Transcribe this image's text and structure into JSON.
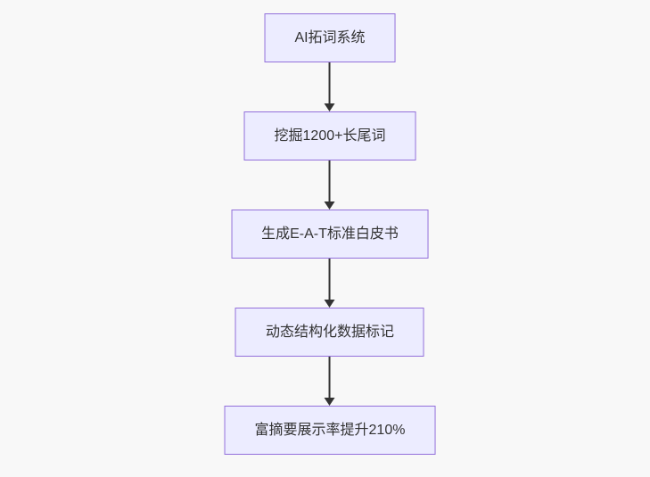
{
  "diagram": {
    "type": "flowchart",
    "direction": "top-down",
    "colors": {
      "background": "#f8f8f8",
      "node_fill": "#ECECFF",
      "node_border": "#9370DB",
      "node_text": "#333333",
      "arrow": "#333333"
    },
    "nodes": [
      {
        "id": "step1",
        "label": "AI拓词系统"
      },
      {
        "id": "step2",
        "label": "挖掘1200+长尾词"
      },
      {
        "id": "step3",
        "label": "生成E-A-T标准白皮书"
      },
      {
        "id": "step4",
        "label": "动态结构化数据标记"
      },
      {
        "id": "step5",
        "label": "富摘要展示率提升210%"
      }
    ],
    "edges": [
      {
        "from": "step1",
        "to": "step2"
      },
      {
        "from": "step2",
        "to": "step3"
      },
      {
        "from": "step3",
        "to": "step4"
      },
      {
        "from": "step4",
        "to": "step5"
      }
    ]
  }
}
